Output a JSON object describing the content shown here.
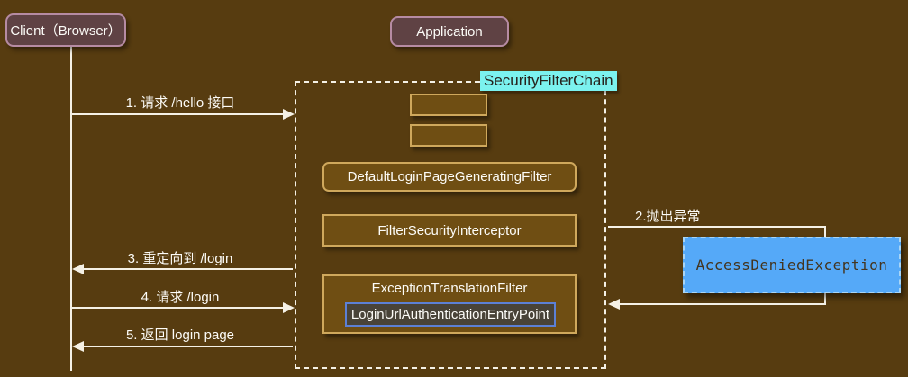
{
  "colors": {
    "background": "#573c10",
    "actor_fill": "#5f4244",
    "actor_border": "#b68ba3",
    "filter_fill": "#6f4e13",
    "filter_border": "#cfa85c",
    "chain_label_bg": "#7bf2ef",
    "entry_point_fill": "#494338",
    "entry_point_border": "#5c80d6",
    "exception_fill": "#55a9f8",
    "exception_text": "#44351f",
    "line": "#f5f1e6"
  },
  "actors": {
    "client": "Client（Browser）",
    "application": "Application"
  },
  "chain": {
    "label": "SecurityFilterChain",
    "filters": {
      "default_login": "DefaultLoginPageGeneratingFilter",
      "interceptor": "FilterSecurityInterceptor",
      "exception_translation": "ExceptionTranslationFilter",
      "entry_point": "LoginUrlAuthenticationEntryPoint"
    }
  },
  "exception": {
    "label": "AccessDeniedException"
  },
  "messages": {
    "m1": {
      "label": "1. 请求 /hello 接口",
      "direction": "right"
    },
    "m2": {
      "label": "2.抛出异常",
      "direction": "loop-right"
    },
    "m3": {
      "label": "3. 重定向到 /login",
      "direction": "left"
    },
    "m4": {
      "label": "4. 请求 /login",
      "direction": "right"
    },
    "m5": {
      "label": "5. 返回 login page",
      "direction": "left"
    }
  }
}
